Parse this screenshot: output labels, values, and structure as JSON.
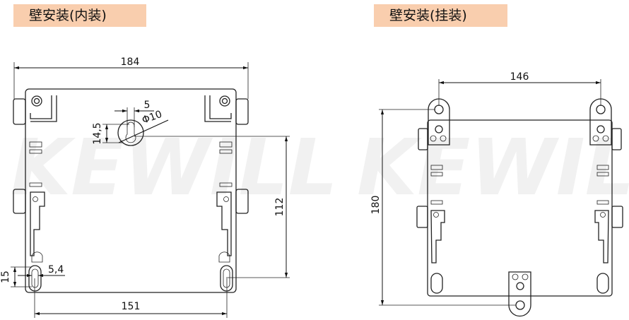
{
  "watermark": "KEWILL",
  "left_view": {
    "title": "壁安装(内装)",
    "dimensions": {
      "width": "184",
      "slot_spacing": "151",
      "height_to_keyhole": "112",
      "keyhole_offset": "5",
      "keyhole_diameter": "Φ10",
      "keyhole_height": "14,5",
      "slot_height": "15",
      "slot_width": "5,4"
    }
  },
  "right_view": {
    "title": "壁安装(挂装)",
    "dimensions": {
      "ear_spacing": "146",
      "ear_vertical": "180"
    }
  },
  "colors": {
    "title_background": "#f9ceae",
    "line": "#222222",
    "watermark": "#f1f1f1"
  }
}
